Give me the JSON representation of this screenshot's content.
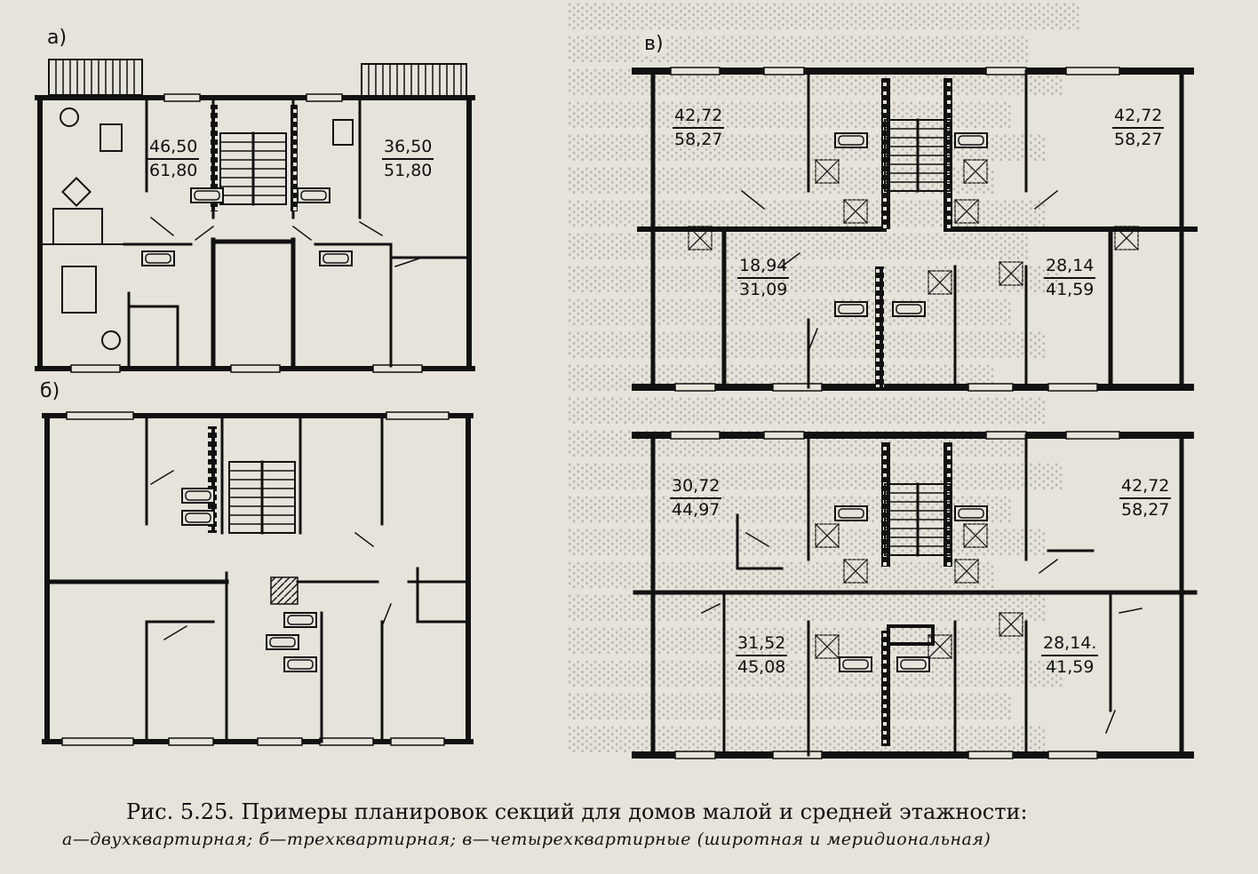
{
  "panels": {
    "a": {
      "label": "а)"
    },
    "b": {
      "label": "б)"
    },
    "v": {
      "label": "в)"
    }
  },
  "areas": {
    "a_left": {
      "living": "46,50",
      "total": "61,80"
    },
    "a_right": {
      "living": "36,50",
      "total": "51,80"
    },
    "v1_tl": {
      "living": "42,72",
      "total": "58,27"
    },
    "v1_tr": {
      "living": "42,72",
      "total": "58,27"
    },
    "v1_bl": {
      "living": "18,94",
      "total": "31,09"
    },
    "v1_br": {
      "living": "28,14",
      "total": "41,59"
    },
    "v2_tl": {
      "living": "30,72",
      "total": "44,97"
    },
    "v2_tr": {
      "living": "42,72",
      "total": "58,27"
    },
    "v2_bl": {
      "living": "31,52",
      "total": "45,08"
    },
    "v2_br": {
      "living": "28,14.",
      "total": "41,59"
    }
  },
  "caption": {
    "bullet": "·",
    "line1": "Рис. 5.25. Примеры планировок секций для домов малой и средней этажности:",
    "line2": "а—двухквартирная; б—трехквартирная; в—четырехквартирные (широтная и меридиональная)"
  },
  "colors": {
    "paper": "#e6e3da",
    "ink": "#111111",
    "bleed_text": "#b9b6ae"
  }
}
